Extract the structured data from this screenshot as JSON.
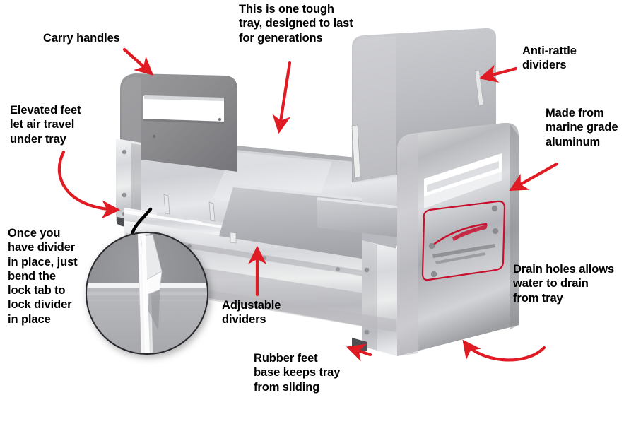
{
  "figure": {
    "title": "Aluminum utility tray product feature diagram",
    "background_color": "#ffffff",
    "arrow_color": "#e01b24",
    "text_color": "#000000"
  },
  "callouts": {
    "carry_handles": "Carry handles",
    "tough_tray": "This is one tough\ntray, designed to last\nfor generations",
    "anti_rattle_dividers": "Anti-rattle\ndividers",
    "elevated_feet": "Elevated feet\nlet air travel\nunder tray",
    "marine_grade": "Made from\nmarine grade\naluminum",
    "lock_tab": "Once you\nhave divider\nin place, just\nbend the\nlock tab to\nlock divider\nin place",
    "adjustable_dividers": "Adjustable\ndividers",
    "drain_holes": "Drain holes allows\nwater to drain\nfrom tray",
    "rubber_feet": "Rubber feet\nbase keeps tray\nfrom sliding"
  },
  "product": {
    "material_finish": "brushed aluminum",
    "end_panel_left": "carry handle end panel with slot",
    "end_panel_right": "carry handle end panel with slot and badge plate",
    "dividers_visible": 2,
    "badge_outline_color": "#c8102e"
  },
  "detail_view": {
    "type": "magnified-circle-inset",
    "subject": "divider lock tab bent over rail slot",
    "connector": "black curved leader line"
  }
}
